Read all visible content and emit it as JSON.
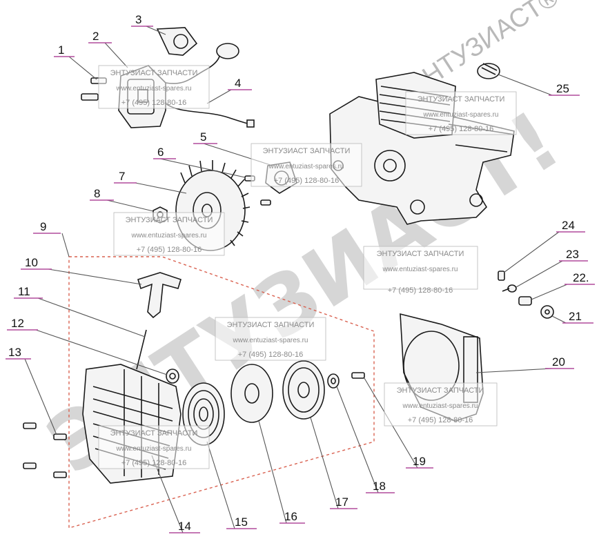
{
  "callouts": [
    {
      "number": "1"
    },
    {
      "number": "2"
    },
    {
      "number": "3"
    },
    {
      "number": "4"
    },
    {
      "number": "5"
    },
    {
      "number": "6"
    },
    {
      "number": "7"
    },
    {
      "number": "8"
    },
    {
      "number": "9"
    },
    {
      "number": "10"
    },
    {
      "number": "11"
    },
    {
      "number": "12"
    },
    {
      "number": "13"
    },
    {
      "number": "14"
    },
    {
      "number": "15"
    },
    {
      "number": "16"
    },
    {
      "number": "17"
    },
    {
      "number": "18"
    },
    {
      "number": "19"
    },
    {
      "number": "20"
    },
    {
      "number": "21"
    },
    {
      "number": "22."
    },
    {
      "number": "23"
    },
    {
      "number": "24"
    },
    {
      "number": "25"
    }
  ],
  "watermark": {
    "company": "ЭНТУЗИАСТ ЗАПЧАСТИ",
    "website": "www.entuziast-spares.ru",
    "phone": "+7 (495) 128-80-16",
    "big_text": "ЭНТУЗИАСТ!",
    "small_text": "ЭНТУЗИАСТ®"
  },
  "colors": {
    "callout_underline": "#b04a9c",
    "group_border": "#d9604f",
    "line_art": "#1a1a1a",
    "watermark": "#8a8a8a"
  }
}
